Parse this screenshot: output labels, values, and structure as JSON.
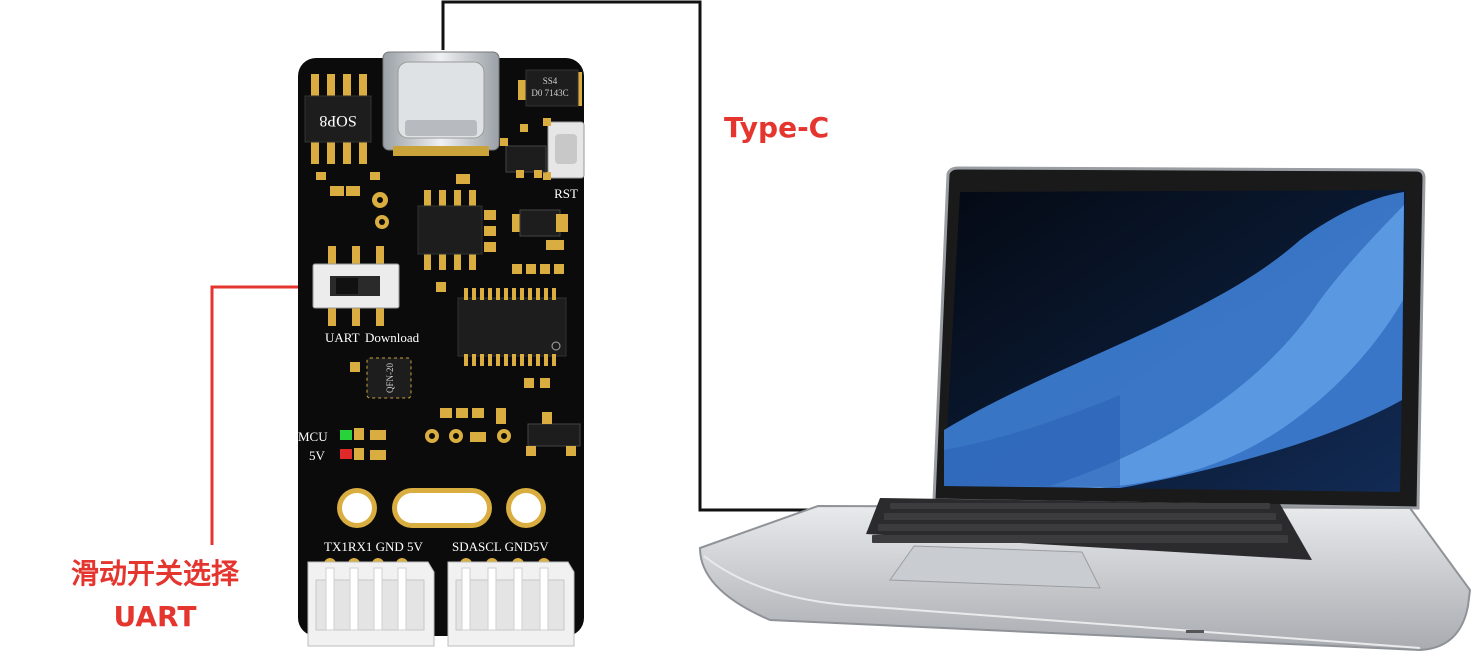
{
  "annotations": {
    "usb_label": "Type-C",
    "switch_label_line1": "滑动开关选择",
    "switch_label_line2": "UART"
  },
  "board": {
    "switch_left": "UART",
    "switch_right": "Download",
    "rst": "RST",
    "chip_sop8": "SOP8",
    "chip_qfn": "QFN-20",
    "led_mcu": "MCU",
    "led_5v": "5V",
    "conn1_pins": "TX1RX1 GND 5V",
    "conn2_pins": "SDASCL GND5V",
    "chip_top_right_line1": "SS4",
    "chip_top_right_line2": "D0 7143C"
  },
  "colors": {
    "annotation_red": "#e5352f",
    "pcb_black": "#0b0b0b",
    "gold_pad": "#d9ad3f",
    "led_green": "#27d23a",
    "led_red": "#e02a2a",
    "screen_blue": "#3f7fd6"
  }
}
